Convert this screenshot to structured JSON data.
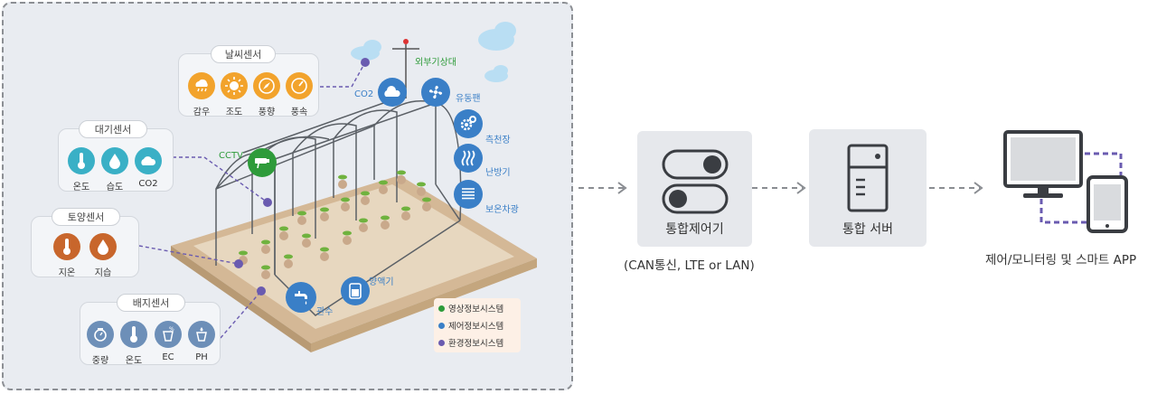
{
  "weather_sensor": {
    "title": "날씨센서",
    "items": [
      "감우",
      "조도",
      "풍향",
      "풍속"
    ]
  },
  "air_sensor": {
    "title": "대기센서",
    "items": [
      "온도",
      "습도",
      "CO2"
    ]
  },
  "soil_sensor": {
    "title": "토양센서",
    "items": [
      "지온",
      "지습"
    ]
  },
  "media_sensor": {
    "title": "배지센서",
    "items": [
      "중량",
      "온도",
      "EC",
      "PH"
    ]
  },
  "greenhouse": {
    "external_weather": "외부기상대",
    "co2": "CO2",
    "fan": "유동팬",
    "side_window": "측천장",
    "heater": "난방기",
    "screen": "보온차광",
    "cctv": "CCTV",
    "nutrient": "양액기",
    "irrigation": "관수"
  },
  "legend": [
    {
      "label": "영상정보시스템",
      "color": "#2e9b3a"
    },
    {
      "label": "제어정보시스템",
      "color": "#3a7fc7"
    },
    {
      "label": "환경정보시스템",
      "color": "#6a5bb0"
    }
  ],
  "flow": {
    "controller": "통합제어기",
    "controller_sub": "(CAN통신, LTE or LAN)",
    "server": "통합 서버",
    "app": "제어/모니터링 및 스마트 APP"
  },
  "colors": {
    "sensor_blue": "#3ab0c6",
    "sensor_orange": "#f2a32c",
    "sensor_rust": "#c8662c",
    "sensor_slate": "#6d8fb8",
    "control_blue": "#3a7fc7",
    "purple": "#6a5bb0"
  }
}
